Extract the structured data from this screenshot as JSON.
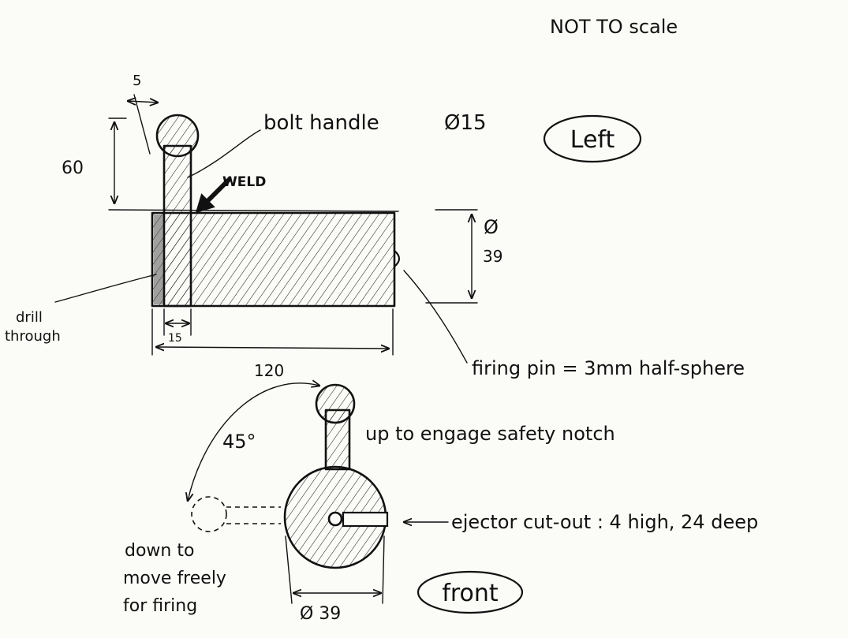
{
  "notes": {
    "scale": "NOT TO scale"
  },
  "views": {
    "left": "Left",
    "front": "front"
  },
  "labels": {
    "bolt_handle": "bolt handle",
    "bolt_handle_dim": "Ø15",
    "weld": "WELD",
    "drill_line1": "drill",
    "drill_line2": "through",
    "firing_pin": "firing pin = 3mm half-sphere",
    "up_safety": "up to engage safety notch",
    "ejector": "ejector cut-out : 4 high, 24 deep",
    "down_line1": "down to",
    "down_line2": "move freely",
    "down_line3": "for firing"
  },
  "dimensions": {
    "top_width": "5",
    "height": "60",
    "diameter_symbol": "Ø",
    "diameter_value": "39",
    "slot_width": "15",
    "length": "120",
    "angle": "45°",
    "front_diameter": "Ø 39"
  },
  "colors": {
    "ink": "#111111",
    "paper": "#fbfbf8"
  }
}
